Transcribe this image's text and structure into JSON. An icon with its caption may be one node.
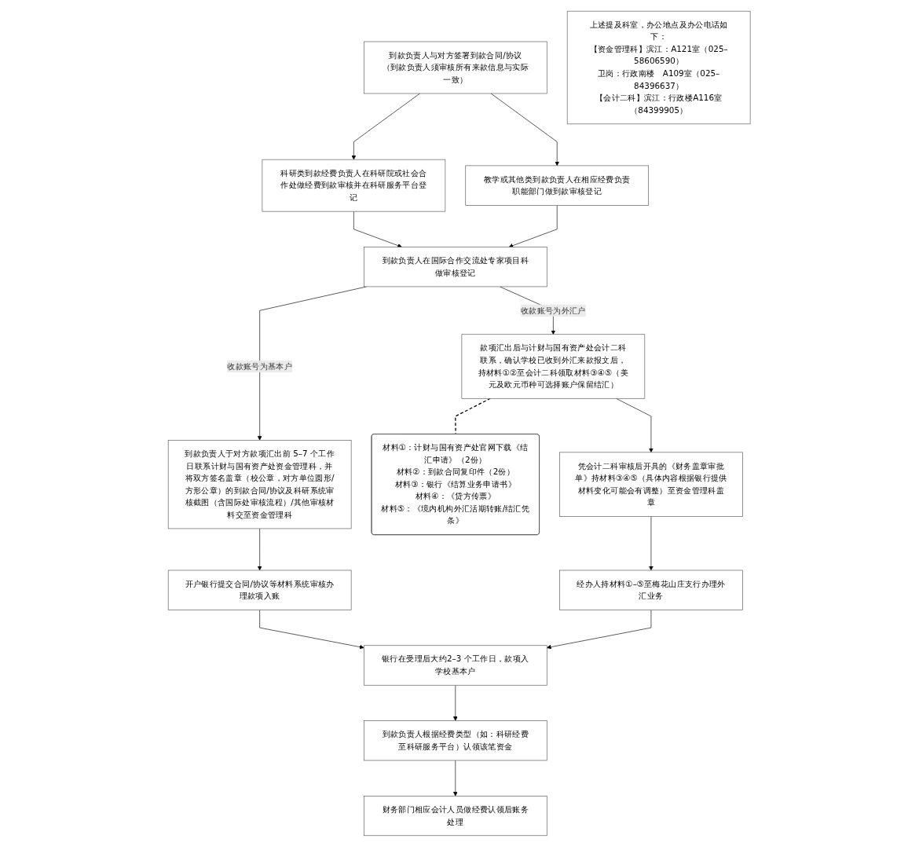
{
  "diagram": {
    "nodes": [
      {
        "text": [
          "到款负责人与对方签署到款合同/协议",
          "（到款负责人须审核所有来款信息与实际一致）"
        ]
      },
      {
        "text": [
          "科研类到款经费负责人在科研院或社会合作处做经费到款审核并在科研服务平台登记"
        ]
      },
      {
        "text": [
          "教学或其他类到款负责人在相应经费负责职能部门做到款审核登记"
        ]
      },
      {
        "text": [
          "到款负责人在国际合作交流处专家项目科做审核登记"
        ]
      },
      {
        "text": [
          "到款负责人于对方款项汇出前 5–7 个工作日联系计财与国有资产处资金管理科，并将双方签名盖章（校公章，对方单位圆形/方形公章）的到款合同/协议及科研系统审核截图（含国际处审核流程）/其他审核材料交至资金管理科"
        ]
      },
      {
        "text": [
          "款项汇出后与计财与国有资产处会计二科联系，确认学校已收到外汇来款报文后，持材料①②至会计二科领取材料③④⑤（美元及欧元币种可选择账户保留结汇）"
        ]
      },
      {
        "text": [
          "材料①：计财与国有资产处官网下载《结汇申请》（2份）",
          "材料②：到款合同复印件（2份）",
          "材料③：银行《结算业务申请书》",
          "材料④：《贷方传票》",
          "材料⑤：《境内机构外汇活期转账/结汇凭条》"
        ]
      },
      {
        "text": [
          "开户银行提交合同/协议等材料系统审核办理款项入账"
        ]
      },
      {
        "text": [
          "凭会计二科审核后开具的《财务盖章审批单》持材料③④⑤（具体内容根据银行提供材料变化可能会有调整）至资金管理科盖章"
        ]
      },
      {
        "text": [
          "经办人持材料①–⑤至梅花山庄支行办理外汇业务"
        ]
      },
      {
        "text": [
          "银行在受理后大约2–3 个工作日，款项入学校基本户"
        ]
      },
      {
        "text": [
          "到款负责人根据经费类型（如：科研经费至科研服务平台）认领该笔资金"
        ]
      },
      {
        "text": [
          "财务部门相应会计人员做经费认领后账务处理"
        ]
      },
      {
        "text": [
          "上述提及科室，办公地点及办公电话如下：",
          "【资金管理科】滨江：A121室（025–58606590）",
          "卫岗：行政南楼　A109室（025–84396637）",
          "【会计二科】滨江：行政楼A116室（84399905）"
        ]
      }
    ],
    "edges": [
      {
        "from": 0,
        "to": 1,
        "arrow": "to"
      },
      {
        "from": 0,
        "to": 2,
        "arrow": "to"
      },
      {
        "from": 1,
        "to": 3,
        "arrow": "to"
      },
      {
        "from": 2,
        "to": 3,
        "arrow": "to"
      },
      {
        "from": 3,
        "to": 4,
        "arrow": "to",
        "label": "收款账号为基本户"
      },
      {
        "from": 3,
        "to": 5,
        "arrow": "to",
        "label": "收款账号为外汇户"
      },
      {
        "from": 5,
        "to": 6,
        "arrow": "none",
        "style": "dashed"
      },
      {
        "from": 4,
        "to": 7,
        "arrow": "to"
      },
      {
        "from": 5,
        "to": 8,
        "arrow": "to"
      },
      {
        "from": 8,
        "to": 9,
        "arrow": "to"
      },
      {
        "from": 7,
        "to": 10,
        "arrow": "to"
      },
      {
        "from": 9,
        "to": 10,
        "arrow": "to"
      },
      {
        "from": 10,
        "to": 11,
        "arrow": "to"
      },
      {
        "from": 11,
        "to": 12,
        "arrow": "to"
      }
    ]
  }
}
